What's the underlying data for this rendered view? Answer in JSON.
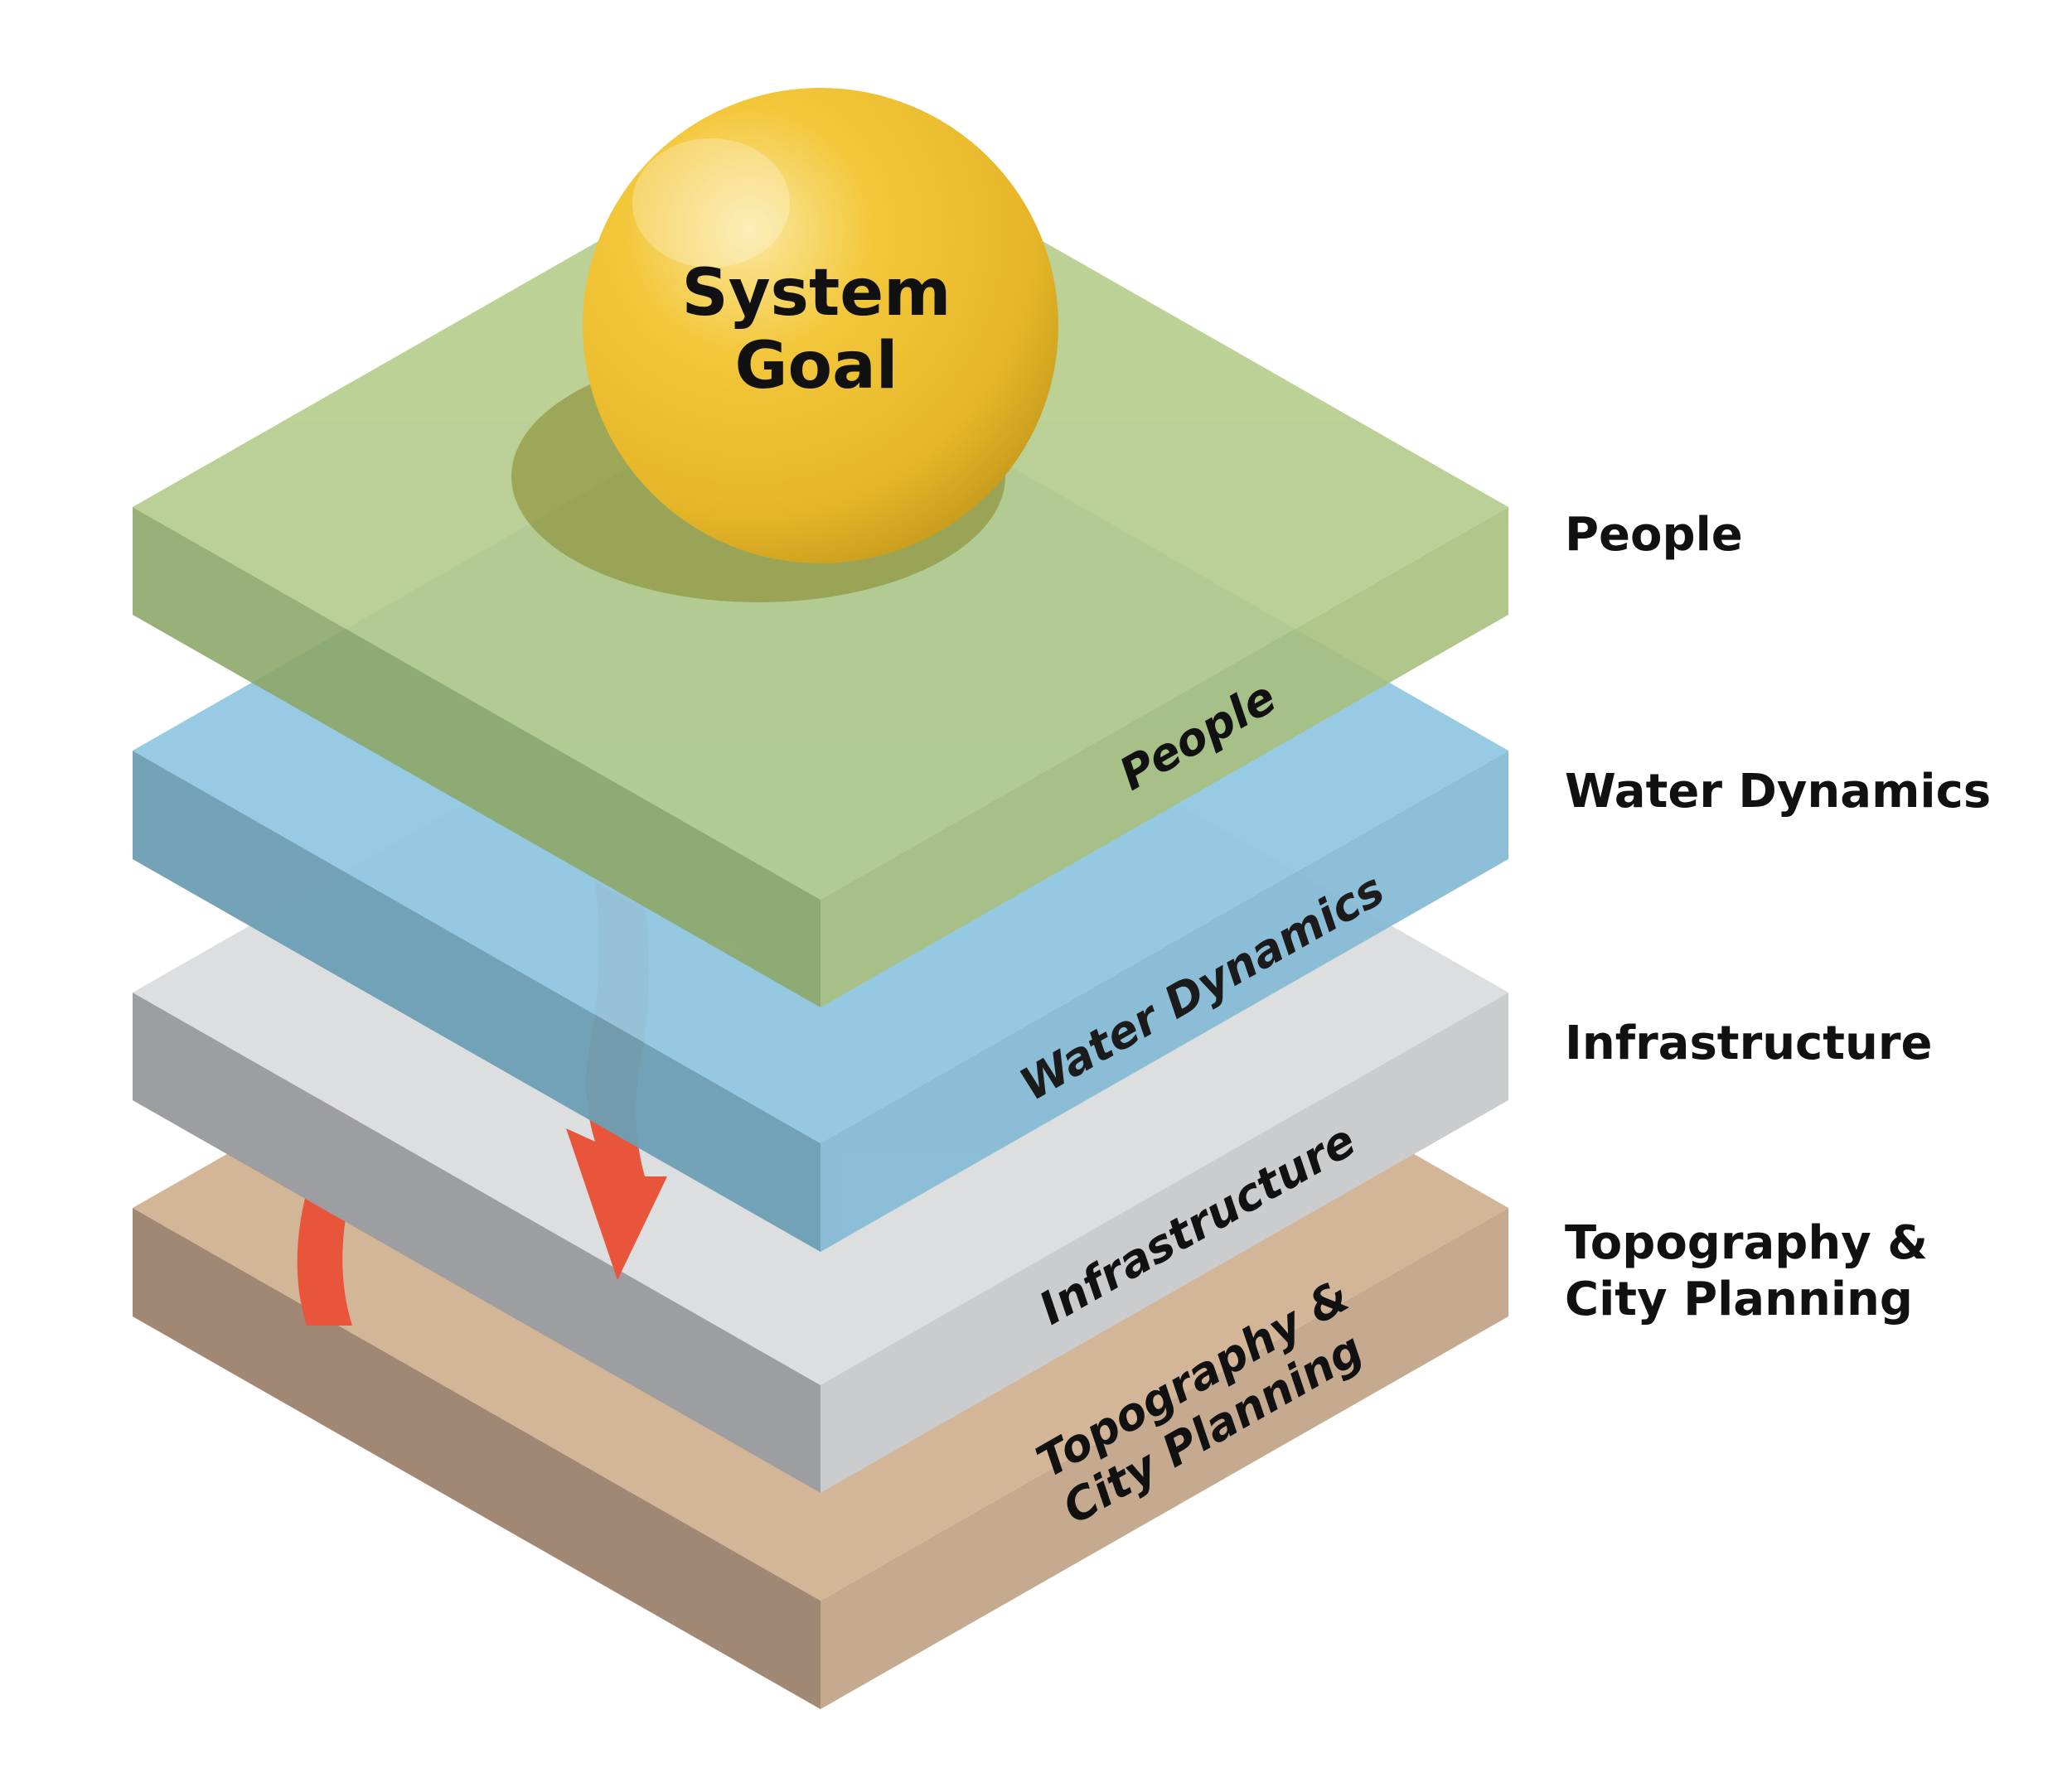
{
  "goal": {
    "line1": "System",
    "line2": "Goal",
    "color": "#F0C230"
  },
  "layers": [
    {
      "id": "people",
      "label": "People",
      "label_lines": [
        "People"
      ],
      "top_color": "#B4CC8B",
      "left_color": "#8EA86A",
      "right_color": "#A8C07E"
    },
    {
      "id": "water",
      "label": "Water Dynamics",
      "label_lines": [
        "Water Dynamics"
      ],
      "top_color": "#92C8E2",
      "left_color": "#6D9FB5",
      "right_color": "#88BCD6"
    },
    {
      "id": "infra",
      "label": "Infrastructure",
      "label_lines": [
        "Infrastructure"
      ],
      "top_color": "#DDDEE0",
      "left_color": "#9D9EA1",
      "right_color": "#CBCCCE"
    },
    {
      "id": "topo",
      "label": "Topography & City Planning",
      "label_lines": [
        "Topography &",
        "City Planning"
      ],
      "top_color": "#D3B697",
      "left_color": "#A18875",
      "right_color": "#C5AA8F"
    }
  ],
  "side_labels": [
    {
      "lines": [
        "People"
      ]
    },
    {
      "lines": [
        "Water Dynamics"
      ]
    },
    {
      "lines": [
        "Infrastructure"
      ]
    },
    {
      "lines": [
        "Topography &",
        "City Planning"
      ]
    }
  ],
  "arrows": {
    "color": "#E8553A",
    "up": "up-arrow",
    "down": "down-arrow"
  }
}
